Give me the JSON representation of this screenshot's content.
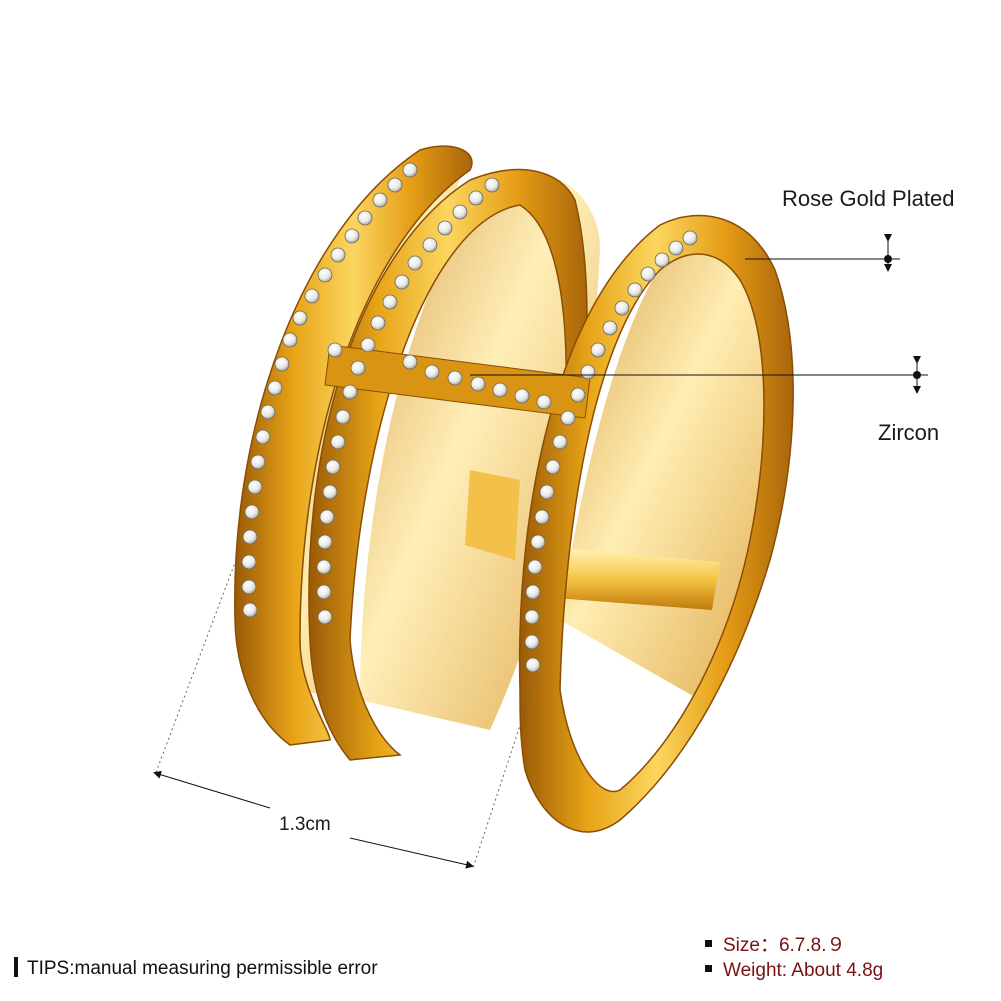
{
  "callouts": {
    "plating": "Rose Gold Plated",
    "stone": "Zircon"
  },
  "dimension": {
    "width_label": "1.3cm"
  },
  "specs": {
    "size": "Size：6.7.8.９",
    "weight": "Weight: About 4.8g"
  },
  "tips": "TIPS:manual measuring permissible error",
  "colors": {
    "gold_highlight": "#fff2a8",
    "gold_light": "#f8cf4f",
    "gold_mid": "#e8a417",
    "gold_dark": "#b5700a",
    "gold_shadow": "#8a4d05",
    "zircon": "#f4f4f0",
    "spec_text": "#7a1212"
  }
}
